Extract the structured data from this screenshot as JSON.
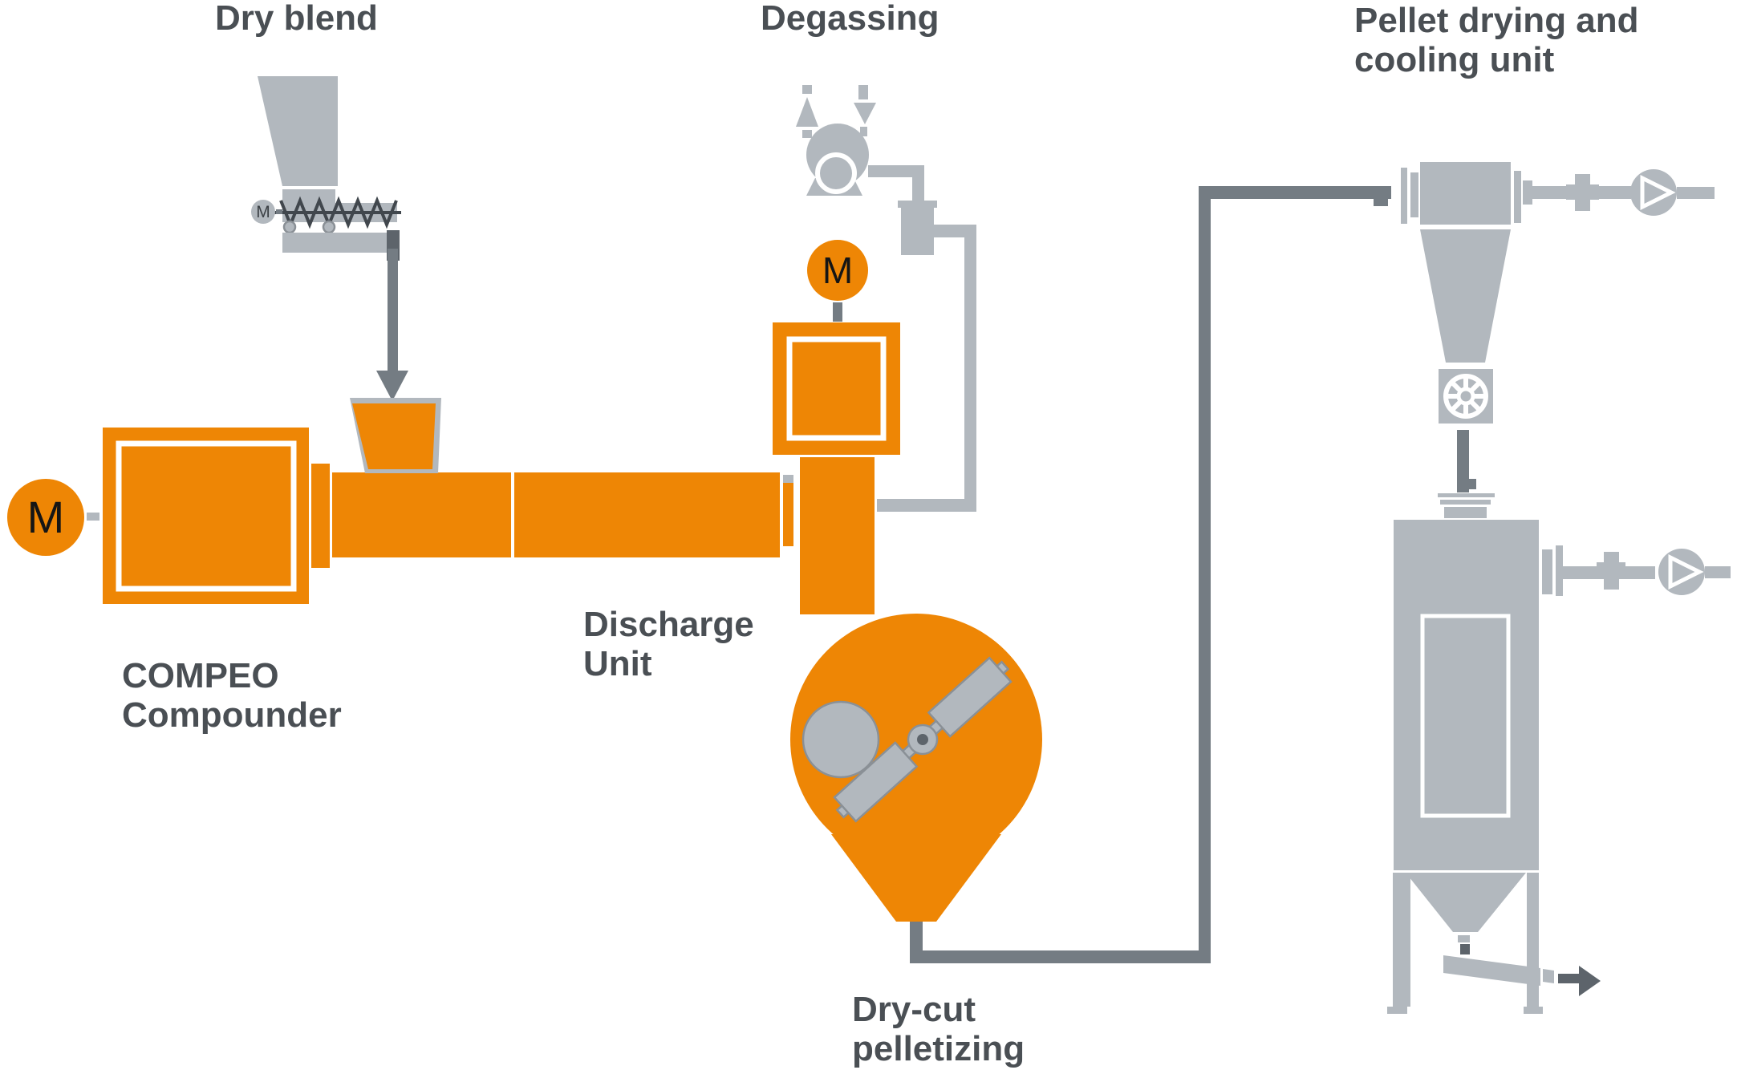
{
  "colors": {
    "orange": "#EE8605",
    "machine": "#B2B8BE",
    "pipe": "#747C83",
    "dark": "#5D646B",
    "outline": "#8A9096",
    "screw": "#41474D",
    "text": "#4A4F54"
  },
  "labels": {
    "dry_blend": "Dry blend",
    "degassing": "Degassing",
    "pellet_drying_line1": "Pellet drying and",
    "pellet_drying_line2": "cooling unit",
    "compounder_line1": "COMPEO",
    "compounder_line2": "Compounder",
    "discharge_line1": "Discharge",
    "discharge_line2": "Unit",
    "pelletizing_line1": "Dry-cut",
    "pelletizing_line2": "pelletizing"
  },
  "motors": {
    "compounder_motor": "M",
    "degassing_motor": "M",
    "feeder_motor": "M"
  },
  "icons": {
    "fan": "circle-with-right-triangle",
    "rotary_valve": "square-with-spoked-wheel",
    "vacuum_pump": "double-circle-on-pedestal",
    "screw_feeder": "zigzag-screw",
    "flow_arrow": "thick-gray-arrow"
  }
}
